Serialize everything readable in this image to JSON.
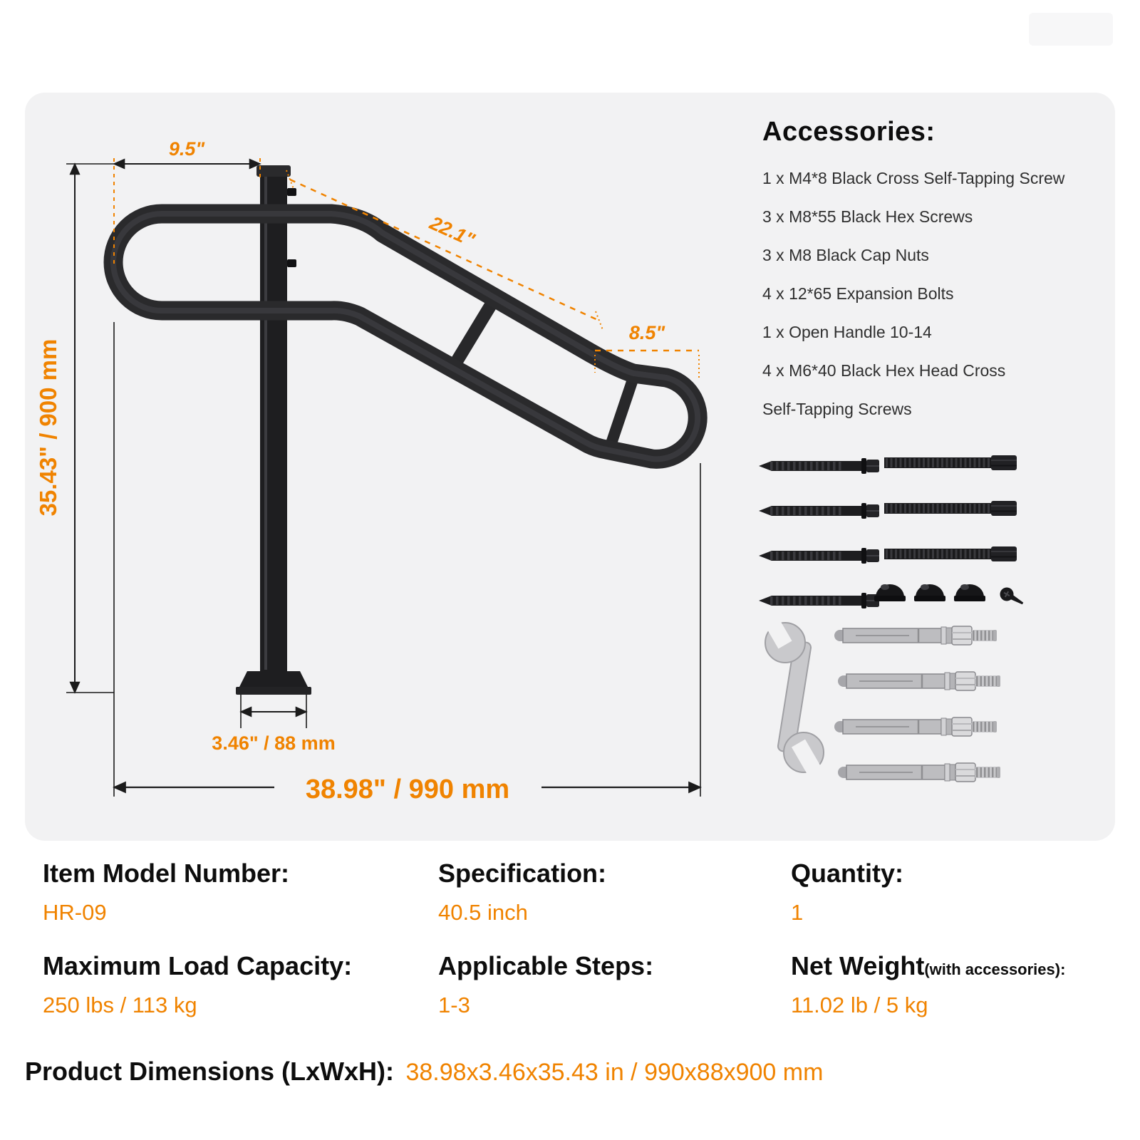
{
  "colors": {
    "accent": "#f08300",
    "panel": "#f2f2f3",
    "ink": "#0d0d0d",
    "rail": "#2a2a2c"
  },
  "diagram": {
    "labels": {
      "top_width": "9.5\"",
      "rail_length": "22.1\"",
      "end_section": "8.5\"",
      "height": "35.43\" / 900 mm",
      "post_base": "3.46\" / 88 mm",
      "overall_length": "38.98\" / 990 mm"
    }
  },
  "accessories": {
    "title": "Accessories:",
    "items": [
      "1 x M4*8 Black Cross Self-Tapping Screw",
      "3 x M8*55 Black Hex Screws",
      "3 x M8 Black Cap Nuts",
      "4 x 12*65 Expansion Bolts",
      "1 x Open Handle 10-14",
      "4 x M6*40 Black Hex Head Cross",
      "Self-Tapping Screws"
    ]
  },
  "specs": {
    "item_model": {
      "label": "Item Model Number:",
      "value": "HR-09"
    },
    "specification": {
      "label": "Specification:",
      "value": "40.5 inch"
    },
    "quantity": {
      "label": "Quantity:",
      "value": "1"
    },
    "max_load": {
      "label": "Maximum Load Capacity:",
      "value": "250 lbs / 113 kg"
    },
    "steps": {
      "label": "Applicable Steps:",
      "value": "1-3"
    },
    "net_weight": {
      "label": "Net Weight",
      "suffix": "(with accessories):",
      "value": "11.02 lb / 5 kg"
    }
  },
  "product_dimensions": {
    "label": "Product Dimensions (LxWxH):",
    "value": "38.98x3.46x35.43 in / 990x88x900 mm"
  }
}
